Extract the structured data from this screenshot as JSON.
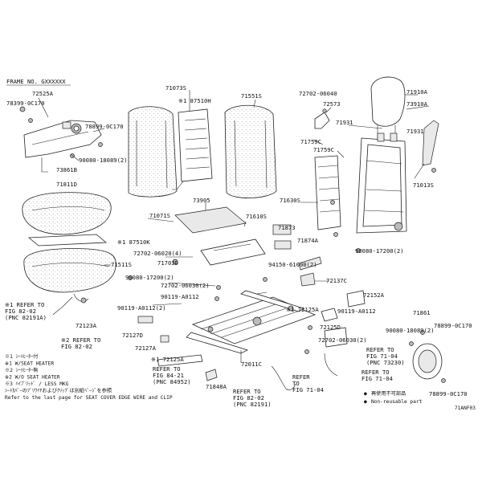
{
  "header": {
    "frame_no": "FRAME NO.  GXXXXXX"
  },
  "parts": [
    {
      "id": "p1",
      "text": "72525A"
    },
    {
      "id": "p2",
      "text": "78399-0C170"
    },
    {
      "id": "p3",
      "text": "78899-0C170"
    },
    {
      "id": "p4",
      "text": "90080-18089(2)"
    },
    {
      "id": "p5",
      "text": "73861B"
    },
    {
      "id": "p6",
      "text": "71811D"
    },
    {
      "id": "p7",
      "text": "71073S"
    },
    {
      "id": "p8",
      "text": "※1 87510H"
    },
    {
      "id": "p9",
      "text": "71551S"
    },
    {
      "id": "p10",
      "text": "72702-06040"
    },
    {
      "id": "p11",
      "text": "72573"
    },
    {
      "id": "p12",
      "text": "71910A"
    },
    {
      "id": "p13",
      "text": "73910A"
    },
    {
      "id": "p14",
      "text": "71931"
    },
    {
      "id": "p15",
      "text": "71931"
    },
    {
      "id": "p16",
      "text": "71759C"
    },
    {
      "id": "p17",
      "text": "71759C"
    },
    {
      "id": "p18",
      "text": "71013S"
    },
    {
      "id": "p19",
      "text": "71630S"
    },
    {
      "id": "p20",
      "text": "73905"
    },
    {
      "id": "p21",
      "text": "71071S"
    },
    {
      "id": "p22",
      "text": "71610S"
    },
    {
      "id": "p23",
      "text": "71873"
    },
    {
      "id": "p24",
      "text": "※1 87510K"
    },
    {
      "id": "p25",
      "text": "72702-06020(4)"
    },
    {
      "id": "p26",
      "text": "71874A"
    },
    {
      "id": "p27",
      "text": "71511S"
    },
    {
      "id": "p28",
      "text": "71703D"
    },
    {
      "id": "p29",
      "text": "94150-61000(2)"
    },
    {
      "id": "p30",
      "text": "90080-17200(2)"
    },
    {
      "id": "p31",
      "text": "90080-17200(2)"
    },
    {
      "id": "p32",
      "text": "72702-06030(2)"
    },
    {
      "id": "p33",
      "text": "72137C"
    },
    {
      "id": "p34",
      "text": "90119-A0112"
    },
    {
      "id": "p35",
      "text": "72152A"
    },
    {
      "id": "p36",
      "text": "90119-A0112(2)"
    },
    {
      "id": "p37",
      "text": "※1 72125A"
    },
    {
      "id": "p38",
      "text": "90119-A0112"
    },
    {
      "id": "p39",
      "text": "71861"
    },
    {
      "id": "p40",
      "text": "72123A"
    },
    {
      "id": "p41",
      "text": "72127D"
    },
    {
      "id": "p42",
      "text": "72125D"
    },
    {
      "id": "p43",
      "text": "90080-18089(2)"
    },
    {
      "id": "p44",
      "text": "78899-0C170"
    },
    {
      "id": "p45",
      "text": "72702-06030(2)"
    },
    {
      "id": "p46",
      "text": "72127A"
    },
    {
      "id": "p47",
      "text": "※1 72125A"
    },
    {
      "id": "p48",
      "text": "72011C"
    },
    {
      "id": "p49",
      "text": "71848A"
    },
    {
      "id": "p50",
      "text": "78899-0C170"
    }
  ],
  "refs": [
    {
      "id": "r1",
      "lines": [
        "※1 REFER TO",
        "FIG 82-02",
        "(PNC 82191A)"
      ]
    },
    {
      "id": "r2",
      "lines": [
        "※2 REFER TO",
        "FIG 82-02"
      ]
    },
    {
      "id": "r3",
      "lines": [
        "REFER TO",
        "FIG 84-21",
        "(PNC 84952)"
      ]
    },
    {
      "id": "r4",
      "lines": [
        "REFER TO",
        "FIG 82-02",
        "(PNC 82191)"
      ]
    },
    {
      "id": "r5",
      "lines": [
        "REFER",
        "TO",
        "FIG 71-04"
      ]
    },
    {
      "id": "r6",
      "lines": [
        "REFER TO",
        "FIG 71-04",
        "(PNC 73230)"
      ]
    },
    {
      "id": "r7",
      "lines": [
        "REFER TO",
        "FIG 71-04"
      ]
    }
  ],
  "notes": [
    "※1 ｼｰﾄﾋｰﾀｰ付",
    "※1 W/SEAT HEATER",
    "※2 ｼｰﾄﾋｰﾀｰ無",
    "※2 W/O SEAT HEATER",
    "※3 ﾊｲﾌﾞﾘｯﾄﾞ / LESS MKG",
    "ｼｰﾄｶﾊﾞｰのﾂﾞﾘﾜｲﾔおよびｸﾘｯﾌﾟは別紙ﾍﾟｰｼﾞを参照",
    "Refer to the last page for SEAT COVER EDGE WIRE and CLIP"
  ],
  "legend": [
    {
      "symbol": "●",
      "text": "再使用不可部品"
    },
    {
      "symbol": "●",
      "text": "Non-reusable part"
    }
  ],
  "diagram_code": "71ANF03"
}
